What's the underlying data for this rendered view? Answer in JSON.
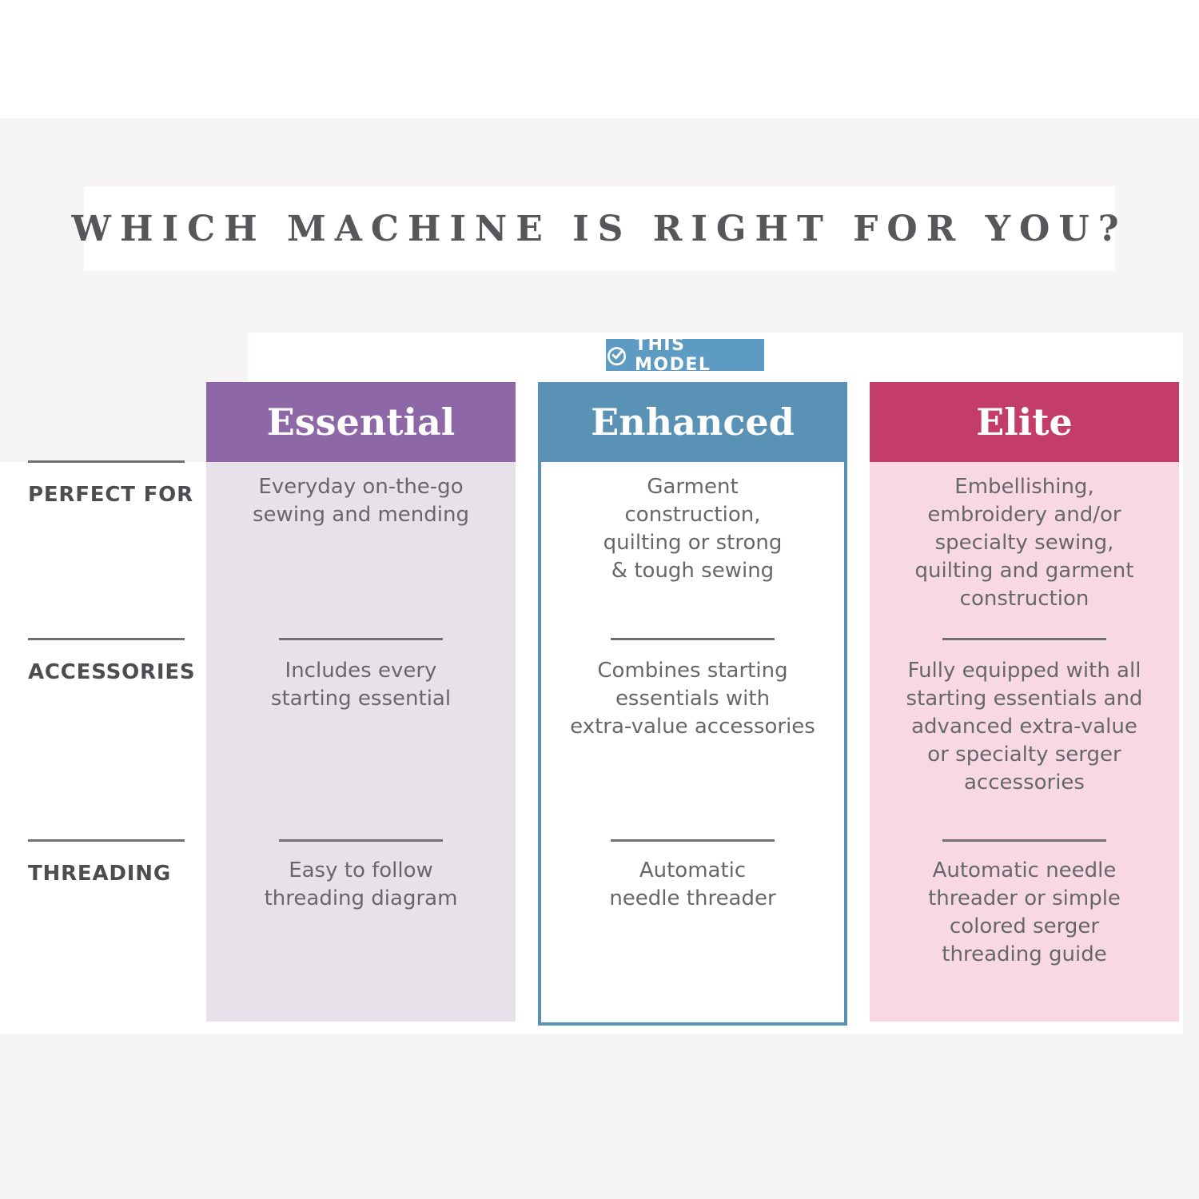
{
  "title": "WHICH MACHINE IS RIGHT FOR YOU?",
  "badge": {
    "label": "THIS MODEL"
  },
  "rows": [
    {
      "label": "PERFECT FOR"
    },
    {
      "label": "ACCESSORIES"
    },
    {
      "label": "THREADING"
    }
  ],
  "columns": [
    {
      "name": "Essential",
      "highlighted": false,
      "header_color": "#8d67a6",
      "body_color": "#e7e1ea",
      "perfect_for": "Everyday on-the-go\nsewing and mending",
      "accessories": "Includes every\nstarting essential",
      "threading": "Easy to follow\nthreading diagram"
    },
    {
      "name": "Enhanced",
      "highlighted": true,
      "header_color": "#5a92b6",
      "body_color": "#ffffff",
      "border_color": "#5a92b6",
      "perfect_for": "Garment\nconstruction,\nquilting or strong\n& tough sewing",
      "accessories": "Combines starting\nessentials with\nextra-value accessories",
      "threading": "Automatic\nneedle threader"
    },
    {
      "name": "Elite",
      "highlighted": false,
      "header_color": "#c33d68",
      "body_color": "#f8d9e3",
      "perfect_for": "Embellishing,\nembroidery and/or\nspecialty sewing,\nquilting and garment\nconstruction",
      "accessories": "Fully equipped with all\nstarting essentials and\nadvanced extra-value\nor specialty serger\naccessories",
      "threading": "Automatic needle\nthreader or simple\ncolored serger\nthreading guide"
    }
  ],
  "colors": {
    "badge_blue": "#5d9bc3",
    "purple": "#8d67a6",
    "lavender": "#e7e1ea",
    "blue": "#5a92b6",
    "crimson": "#c33d68",
    "pink": "#f8d9e3",
    "background_gray": "#f6f4f5",
    "title_text": "#56575b",
    "label_text": "#4c4d50",
    "body_text": "#67676b",
    "divider": "#707074"
  }
}
